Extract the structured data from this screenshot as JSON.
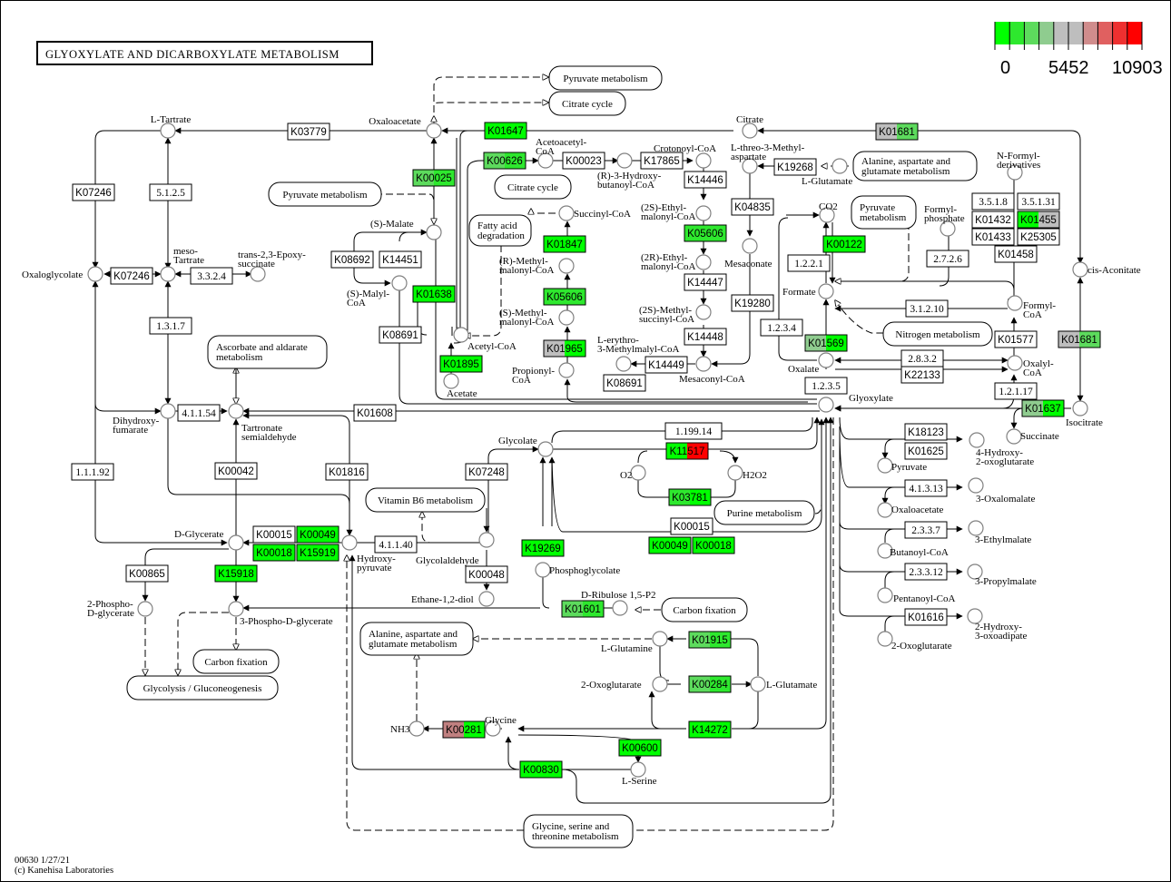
{
  "title": "GLYOXYLATE AND DICARBOXYLATE METABOLISM",
  "legend": {
    "colors": [
      "#00ff00",
      "#2ee82e",
      "#5ddb5d",
      "#8fcc8f",
      "#bebebe",
      "#bebebe",
      "#d08c8c",
      "#e06060",
      "#ee3030",
      "#ff0000"
    ],
    "labels": [
      "0",
      "5452",
      "10903"
    ],
    "min": 0,
    "mid": 5452,
    "max": 10903
  },
  "footer": {
    "line1": "00630 1/27/21",
    "line2": "(c) Kanehisa Laboratories"
  },
  "colors": {
    "white": "#ffffff",
    "green": "#00ff00",
    "green2": "#2ee82e",
    "green3": "#5ddb5d",
    "green4": "#8fcc8f",
    "grey": "#bebebe",
    "pink": "#c08080",
    "red": "#ff0000"
  },
  "compounds": [
    {
      "id": "l-tartrate",
      "label": "L-Tartrate"
    },
    {
      "id": "oxaloacetate",
      "label": "Oxaloacetate"
    },
    {
      "id": "citrate",
      "label": "Citrate"
    },
    {
      "id": "acetoacetyl-coa",
      "label": "Acetoacetyl-CoA"
    },
    {
      "id": "r-3-hydroxybutanoyl-coa",
      "label": "(R)-3-Hydroxy-butanoyl-CoA"
    },
    {
      "id": "crotonoyl-coa",
      "label": "Crotonoyl-CoA"
    },
    {
      "id": "l-threo-3-methylaspartate",
      "label": "L-threo-3-Methyl-aspartate"
    },
    {
      "id": "l-glutamate-top",
      "label": "L-Glutamate"
    },
    {
      "id": "n-formyl-derivatives",
      "label": "N-Formyl-derivatives"
    },
    {
      "id": "s-malate",
      "label": "(S)-Malate"
    },
    {
      "id": "s-malyl-coa",
      "label": "(S)-Malyl-CoA"
    },
    {
      "id": "succinyl-coa",
      "label": "Succinyl-CoA"
    },
    {
      "id": "2s-ethylmalonyl-coa",
      "label": "(2S)-Ethyl-malonyl-CoA"
    },
    {
      "id": "co2",
      "label": "CO2"
    },
    {
      "id": "formylphosphate",
      "label": "Formyl-phosphate"
    },
    {
      "id": "oxaloglycolate",
      "label": "Oxaloglycolate"
    },
    {
      "id": "meso-tartrate",
      "label": "meso-Tartrate"
    },
    {
      "id": "trans-epoxysuccinate",
      "label": "trans-2,3-Epoxy-succinate"
    },
    {
      "id": "r-methylmalonyl-coa",
      "label": "(R)-Methyl-malonyl-CoA"
    },
    {
      "id": "2r-ethylmalonyl-coa",
      "label": "(2R)-Ethyl-malonyl-CoA"
    },
    {
      "id": "mesaconate",
      "label": "Mesaconate"
    },
    {
      "id": "formate",
      "label": "Formate"
    },
    {
      "id": "cis-aconitate",
      "label": "cis-Aconitate"
    },
    {
      "id": "s-methylmalonyl-coa",
      "label": "(S)-Methyl-malonyl-CoA"
    },
    {
      "id": "2s-methylsuccinyl-coa",
      "label": "(2S)-Methyl-succinyl-CoA"
    },
    {
      "id": "formyl-coa",
      "label": "Formyl-CoA"
    },
    {
      "id": "acetyl-coa",
      "label": "Acetyl-CoA"
    },
    {
      "id": "acetate",
      "label": "Acetate"
    },
    {
      "id": "propionyl-coa",
      "label": "Propionyl-CoA"
    },
    {
      "id": "l-erythro-3-methylmalyl-coa",
      "label": "L-erythro-3-Methylmalyl-CoA"
    },
    {
      "id": "mesaconyl-coa",
      "label": "Mesaconyl-CoA"
    },
    {
      "id": "oxalate",
      "label": "Oxalate"
    },
    {
      "id": "oxalyl-coa",
      "label": "Oxalyl-CoA"
    },
    {
      "id": "dihydroxyfumarate",
      "label": "Dihydroxy-fumarate"
    },
    {
      "id": "tartronate-semialdehyde",
      "label": "Tartronate semialdehyde"
    },
    {
      "id": "glyoxylate",
      "label": "Glyoxylate"
    },
    {
      "id": "isocitrate",
      "label": "Isocitrate"
    },
    {
      "id": "succinate",
      "label": "Succinate"
    },
    {
      "id": "glycolate",
      "label": "Glycolate"
    },
    {
      "id": "o2",
      "label": "O2"
    },
    {
      "id": "h2o2",
      "label": "H2O2"
    },
    {
      "id": "4-hydroxy-2-oxoglutarate",
      "label": "4-Hydroxy-2-oxoglutarate"
    },
    {
      "id": "pyruvate",
      "label": "Pyruvate"
    },
    {
      "id": "3-oxalomalate",
      "label": "3-Oxalomalate"
    },
    {
      "id": "oxaloacetate-2",
      "label": "Oxaloacetate"
    },
    {
      "id": "d-glycerate",
      "label": "D-Glycerate"
    },
    {
      "id": "hydroxypyruvate",
      "label": "Hydroxy-pyruvate"
    },
    {
      "id": "glycolaldehyde",
      "label": "Glycolaldehyde"
    },
    {
      "id": "3-ethylmalate",
      "label": "3-Ethylmalate"
    },
    {
      "id": "butanoyl-coa",
      "label": "Butanoyl-CoA"
    },
    {
      "id": "phosphoglycolate",
      "label": "Phosphoglycolate"
    },
    {
      "id": "ethane-1-2-diol",
      "label": "Ethane-1,2-diol"
    },
    {
      "id": "3-propylmalate",
      "label": "3-Propylmalate"
    },
    {
      "id": "pentanoyl-coa",
      "label": "Pentanoyl-CoA"
    },
    {
      "id": "2-phospho-d-glycerate",
      "label": "2-Phospho-D-glycerate"
    },
    {
      "id": "3-phospho-d-glycerate",
      "label": "3-Phospho-D-glycerate"
    },
    {
      "id": "d-ribulose-1-5-p2",
      "label": "D-Ribulose 1,5-P2"
    },
    {
      "id": "2-hydroxy-3-oxoadipate",
      "label": "2-Hydroxy-3-oxoadipate"
    },
    {
      "id": "2-oxoglutarate-right",
      "label": "2-Oxoglutarate"
    },
    {
      "id": "l-glutamine",
      "label": "L-Glutamine"
    },
    {
      "id": "2-oxoglutarate",
      "label": "2-Oxoglutarate"
    },
    {
      "id": "l-glutamate",
      "label": "L-Glutamate"
    },
    {
      "id": "nh3",
      "label": "NH3"
    },
    {
      "id": "glycine",
      "label": "Glycine"
    },
    {
      "id": "l-serine",
      "label": "L-Serine"
    }
  ],
  "enzymes": [
    {
      "id": "K03779",
      "label": "K03779",
      "fill": [
        "#ffffff"
      ]
    },
    {
      "id": "K01647",
      "label": "K01647",
      "fill": [
        "#00ff00"
      ]
    },
    {
      "id": "K01681a",
      "label": "K01681",
      "fill": [
        "#bebebe",
        "#5ddb5d"
      ]
    },
    {
      "id": "K00626",
      "label": "K00626",
      "fill": [
        "#5ddb5d",
        "#2ee82e"
      ]
    },
    {
      "id": "K00023",
      "label": "K00023",
      "fill": [
        "#ffffff"
      ]
    },
    {
      "id": "K17865",
      "label": "K17865",
      "fill": [
        "#ffffff"
      ]
    },
    {
      "id": "K19268",
      "label": "K19268",
      "fill": [
        "#ffffff"
      ]
    },
    {
      "id": "K07246a",
      "label": "K07246",
      "fill": [
        "#ffffff"
      ]
    },
    {
      "id": "5.1.2.5",
      "label": "5.1.2.5",
      "fill": [
        "#ffffff"
      ],
      "ec": true
    },
    {
      "id": "K00025",
      "label": "K00025",
      "fill": [
        "#5ddb5d",
        "#2ee82e"
      ]
    },
    {
      "id": "K14446",
      "label": "K14446",
      "fill": [
        "#ffffff"
      ]
    },
    {
      "id": "K04835",
      "label": "K04835",
      "fill": [
        "#ffffff"
      ]
    },
    {
      "id": "K05606a",
      "label": "K05606",
      "fill": [
        "#2ee82e"
      ]
    },
    {
      "id": "K00122",
      "label": "K00122",
      "fill": [
        "#00ff00"
      ]
    },
    {
      "id": "3.5.1.8",
      "label": "3.5.1.8",
      "fill": [
        "#ffffff"
      ],
      "ec": true
    },
    {
      "id": "3.5.1.31",
      "label": "3.5.1.31",
      "fill": [
        "#ffffff"
      ],
      "ec": true
    },
    {
      "id": "K01432",
      "label": "K01432",
      "fill": [
        "#ffffff"
      ]
    },
    {
      "id": "K01455",
      "label": "K01455",
      "fill": [
        "#00ff00",
        "#bebebe"
      ]
    },
    {
      "id": "K01433",
      "label": "K01433",
      "fill": [
        "#ffffff"
      ]
    },
    {
      "id": "K25305",
      "label": "K25305",
      "fill": [
        "#ffffff"
      ]
    },
    {
      "id": "K01458",
      "label": "K01458",
      "fill": [
        "#ffffff"
      ]
    },
    {
      "id": "K08692",
      "label": "K08692",
      "fill": [
        "#ffffff"
      ]
    },
    {
      "id": "K14451",
      "label": "K14451",
      "fill": [
        "#ffffff"
      ]
    },
    {
      "id": "K01847",
      "label": "K01847",
      "fill": [
        "#00ff00"
      ]
    },
    {
      "id": "1.2.2.1",
      "label": "1.2.2.1",
      "fill": [
        "#ffffff"
      ],
      "ec": true
    },
    {
      "id": "2.7.2.6",
      "label": "2.7.2.6",
      "fill": [
        "#ffffff"
      ],
      "ec": true
    },
    {
      "id": "K07246b",
      "label": "K07246",
      "fill": [
        "#ffffff"
      ]
    },
    {
      "id": "3.3.2.4",
      "label": "3.3.2.4",
      "fill": [
        "#ffffff"
      ],
      "ec": true
    },
    {
      "id": "K01638",
      "label": "K01638",
      "fill": [
        "#00ff00"
      ]
    },
    {
      "id": "K05606b",
      "label": "K05606",
      "fill": [
        "#2ee82e"
      ]
    },
    {
      "id": "K14447",
      "label": "K14447",
      "fill": [
        "#ffffff"
      ]
    },
    {
      "id": "K19280",
      "label": "K19280",
      "fill": [
        "#ffffff"
      ]
    },
    {
      "id": "3.1.2.10",
      "label": "3.1.2.10",
      "fill": [
        "#ffffff"
      ],
      "ec": true
    },
    {
      "id": "1.3.1.7",
      "label": "1.3.1.7",
      "fill": [
        "#ffffff"
      ],
      "ec": true
    },
    {
      "id": "K08691a",
      "label": "K08691",
      "fill": [
        "#ffffff"
      ]
    },
    {
      "id": "1.2.3.4",
      "label": "1.2.3.4",
      "fill": [
        "#ffffff"
      ],
      "ec": true
    },
    {
      "id": "K14448",
      "label": "K14448",
      "fill": [
        "#ffffff"
      ]
    },
    {
      "id": "K01569",
      "label": "K01569",
      "fill": [
        "#8fcc8f",
        "#00ff00"
      ]
    },
    {
      "id": "K01577",
      "label": "K01577",
      "fill": [
        "#ffffff"
      ]
    },
    {
      "id": "K01681b",
      "label": "K01681",
      "fill": [
        "#bebebe",
        "#5ddb5d"
      ]
    },
    {
      "id": "K01965",
      "label": "K01965",
      "fill": [
        "#bebebe",
        "#00ff00"
      ]
    },
    {
      "id": "K14449",
      "label": "K14449",
      "fill": [
        "#ffffff"
      ]
    },
    {
      "id": "K01895",
      "label": "K01895",
      "fill": [
        "#00ff00"
      ]
    },
    {
      "id": "2.8.3.2",
      "label": "2.8.3.2",
      "fill": [
        "#ffffff"
      ],
      "ec": true
    },
    {
      "id": "K22133",
      "label": "K22133",
      "fill": [
        "#ffffff"
      ]
    },
    {
      "id": "K08691b",
      "label": "K08691",
      "fill": [
        "#ffffff"
      ]
    },
    {
      "id": "1.2.3.5",
      "label": "1.2.3.5",
      "fill": [
        "#ffffff"
      ],
      "ec": true
    },
    {
      "id": "1.2.1.17",
      "label": "1.2.1.17",
      "fill": [
        "#ffffff"
      ],
      "ec": true
    },
    {
      "id": "K01637",
      "label": "K01637",
      "fill": [
        "#8fcc8f",
        "#00ff00"
      ]
    },
    {
      "id": "4.1.1.54",
      "label": "4.1.1.54",
      "fill": [
        "#ffffff"
      ],
      "ec": true
    },
    {
      "id": "K01608",
      "label": "K01608",
      "fill": [
        "#ffffff"
      ]
    },
    {
      "id": "1.199.14",
      "label": "1.199.14",
      "fill": [
        "#ffffff"
      ],
      "ec": true
    },
    {
      "id": "K18123",
      "label": "K18123",
      "fill": [
        "#ffffff"
      ]
    },
    {
      "id": "K01625",
      "label": "K01625",
      "fill": [
        "#ffffff"
      ]
    },
    {
      "id": "K11517",
      "label": "K11517",
      "fill": [
        "#00ff00",
        "#ff0000"
      ]
    },
    {
      "id": "1.1.1.92",
      "label": "1.1.1.92",
      "fill": [
        "#ffffff"
      ],
      "ec": true
    },
    {
      "id": "K00042",
      "label": "K00042",
      "fill": [
        "#ffffff"
      ]
    },
    {
      "id": "K01816",
      "label": "K01816",
      "fill": [
        "#ffffff"
      ]
    },
    {
      "id": "K07248",
      "label": "K07248",
      "fill": [
        "#ffffff"
      ]
    },
    {
      "id": "4.1.3.13",
      "label": "4.1.3.13",
      "fill": [
        "#ffffff"
      ],
      "ec": true
    },
    {
      "id": "K03781",
      "label": "K03781",
      "fill": [
        "#2ee82e",
        "#00ff00"
      ]
    },
    {
      "id": "K00015a",
      "label": "K00015",
      "fill": [
        "#ffffff"
      ]
    },
    {
      "id": "K00049a",
      "label": "K00049",
      "fill": [
        "#00ff00"
      ]
    },
    {
      "id": "K00018a",
      "label": "K00018",
      "fill": [
        "#00ff00"
      ]
    },
    {
      "id": "K15919",
      "label": "K15919",
      "fill": [
        "#00ff00"
      ]
    },
    {
      "id": "4.1.1.40",
      "label": "4.1.1.40",
      "fill": [
        "#ffffff"
      ],
      "ec": true
    },
    {
      "id": "K00015b",
      "label": "K00015",
      "fill": [
        "#ffffff"
      ]
    },
    {
      "id": "K00049b",
      "label": "K00049",
      "fill": [
        "#00ff00"
      ]
    },
    {
      "id": "K00018b",
      "label": "K00018",
      "fill": [
        "#00ff00"
      ]
    },
    {
      "id": "K19269",
      "label": "K19269",
      "fill": [
        "#00ff00"
      ]
    },
    {
      "id": "2.3.3.7",
      "label": "2.3.3.7",
      "fill": [
        "#ffffff"
      ],
      "ec": true
    },
    {
      "id": "K00865",
      "label": "K00865",
      "fill": [
        "#ffffff"
      ]
    },
    {
      "id": "K15918",
      "label": "K15918",
      "fill": [
        "#00ff00"
      ]
    },
    {
      "id": "K00048",
      "label": "K00048",
      "fill": [
        "#ffffff"
      ]
    },
    {
      "id": "2.3.3.12",
      "label": "2.3.3.12",
      "fill": [
        "#ffffff"
      ],
      "ec": true
    },
    {
      "id": "K01601",
      "label": "K01601",
      "fill": [
        "#5ddb5d",
        "#2ee82e"
      ]
    },
    {
      "id": "K01616",
      "label": "K01616",
      "fill": [
        "#ffffff"
      ]
    },
    {
      "id": "K01915",
      "label": "K01915",
      "fill": [
        "#5ddb5d",
        "#2ee82e"
      ]
    },
    {
      "id": "K00284",
      "label": "K00284",
      "fill": [
        "#5ddb5d",
        "#2ee82e"
      ]
    },
    {
      "id": "K00281",
      "label": "K00281",
      "fill": [
        "#c08080",
        "#00ff00"
      ]
    },
    {
      "id": "K14272",
      "label": "K14272",
      "fill": [
        "#00ff00"
      ]
    },
    {
      "id": "K00600",
      "label": "K00600",
      "fill": [
        "#00ff00"
      ]
    },
    {
      "id": "K00830",
      "label": "K00830",
      "fill": [
        "#00ff00"
      ]
    }
  ],
  "pathway_maps": [
    {
      "id": "pyruvate-metabolism-1",
      "lines": [
        "Pyruvate metabolism"
      ]
    },
    {
      "id": "citrate-cycle-1",
      "lines": [
        "Citrate cycle"
      ]
    },
    {
      "id": "pyruvate-metabolism-2",
      "lines": [
        "Pyruvate metabolism"
      ]
    },
    {
      "id": "alanine-aspartate-1",
      "lines": [
        "Alanine, aspartate and",
        "glutamate metabolism"
      ]
    },
    {
      "id": "citrate-cycle-2",
      "lines": [
        "Citrate cycle"
      ]
    },
    {
      "id": "fatty-acid-degradation",
      "lines": [
        "Fatty acid",
        "degradation"
      ]
    },
    {
      "id": "pyruvate-metabolism-3",
      "lines": [
        "Pyruvate",
        "metabolism"
      ]
    },
    {
      "id": "nitrogen-metabolism",
      "lines": [
        "Nitrogen metabolism"
      ]
    },
    {
      "id": "ascorbate-aldarate",
      "lines": [
        "Ascorbate and aldarate",
        "metabolism"
      ]
    },
    {
      "id": "vitamin-b6",
      "lines": [
        "Vitamin B6 metabolism"
      ]
    },
    {
      "id": "purine-metabolism",
      "lines": [
        "Purine metabolism"
      ]
    },
    {
      "id": "carbon-fixation-1",
      "lines": [
        "Carbon fixation"
      ]
    },
    {
      "id": "carbon-fixation-2",
      "lines": [
        "Carbon fixation"
      ]
    },
    {
      "id": "alanine-aspartate-2",
      "lines": [
        "Alanine, aspartate and",
        "glutamate metabolism"
      ]
    },
    {
      "id": "glycolysis",
      "lines": [
        "Glycolysis / Gluconeogenesis"
      ]
    },
    {
      "id": "glycine-serine",
      "lines": [
        "Glycine, serine and",
        "threonine metabolism"
      ]
    }
  ]
}
